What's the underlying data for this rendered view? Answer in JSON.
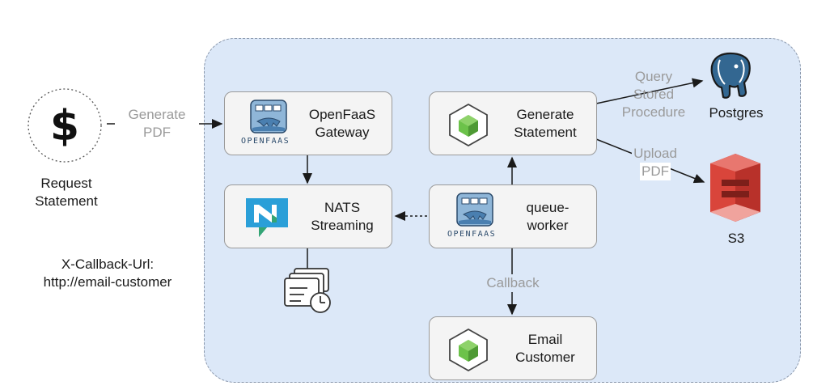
{
  "client": {
    "label_line1": "Request",
    "label_line2": "Statement",
    "arrow_label_line1": "Generate",
    "arrow_label_line2": "PDF",
    "callback_line1": "X-Callback-Url:",
    "callback_line2": "http://email-customer"
  },
  "nodes": {
    "gateway": {
      "line1": "OpenFaaS",
      "line2": "Gateway",
      "logo_text": "OPENFAAS"
    },
    "nats": {
      "line1": "NATS",
      "line2": "Streaming"
    },
    "generate": {
      "line1": "Generate",
      "line2": "Statement"
    },
    "queue": {
      "line1": "queue-",
      "line2": "worker",
      "logo_text": "OPENFAAS"
    },
    "email": {
      "line1": "Email",
      "line2": "Customer"
    }
  },
  "edges": {
    "query_line1": "Query",
    "query_line2": "Stored",
    "query_line3": "Procedure",
    "upload_line1": "Upload",
    "upload_line2": "PDF",
    "callback": "Callback"
  },
  "external": {
    "postgres": "Postgres",
    "s3": "S3"
  },
  "colors": {
    "region_fill": "#dce8f8",
    "box_fill": "#f4f4f4",
    "nodejs_green": "#6cc24a",
    "aws_red": "#d9453b",
    "postgres_blue": "#336791",
    "nats_blue": "#2a9fd8",
    "nats_green": "#34a574"
  },
  "icons": [
    "dollar-icon",
    "openfaas-logo",
    "nats-logo",
    "nodejs-icon",
    "postgres-icon",
    "s3-icon",
    "queue-storage-icon"
  ]
}
